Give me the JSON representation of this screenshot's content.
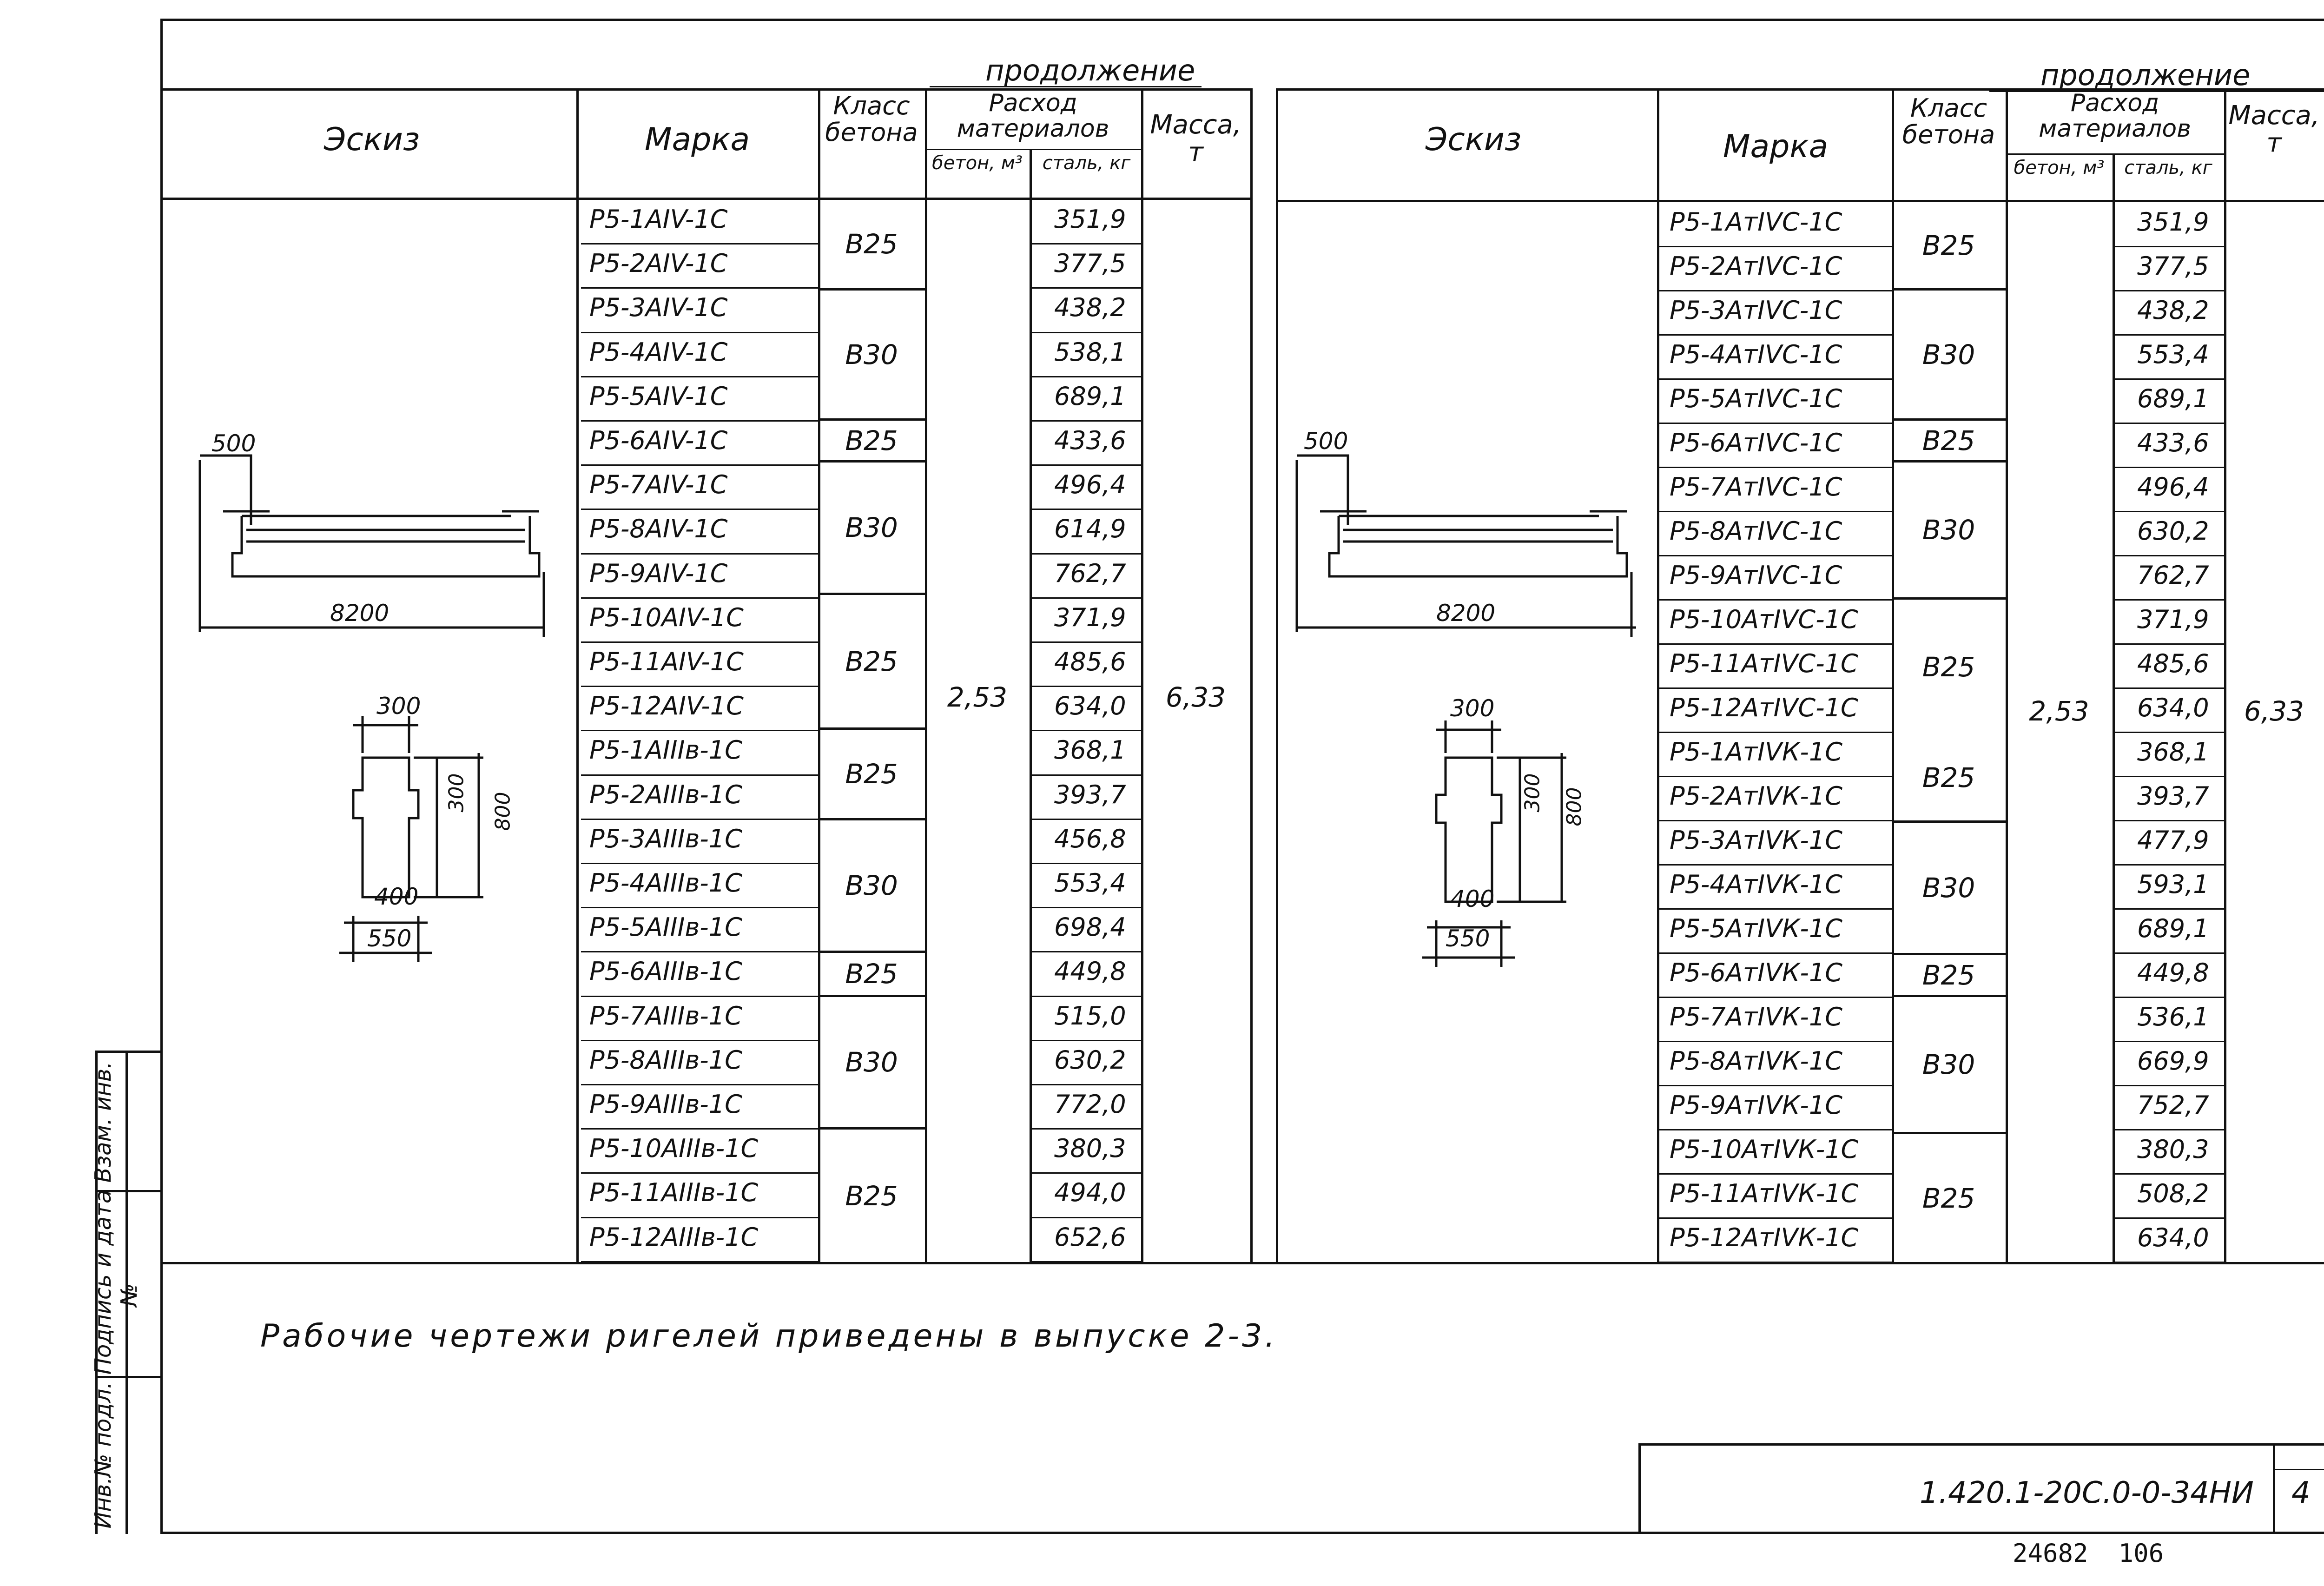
{
  "continuation_label": "продолжение",
  "headers": {
    "sketch": "Эскиз",
    "mark": "Марка",
    "concrete_class": "Класс бетона",
    "materials": "Расход материалов",
    "concrete": "бетон, м³",
    "steel": "сталь, кг",
    "mass": "Масса, т"
  },
  "left_table": {
    "concrete_volume": "2,53",
    "mass": "6,33",
    "class_groups": [
      "В25",
      "В30",
      "В25",
      "В30",
      "В25",
      "В25",
      "В30",
      "В25",
      "В30",
      "В25"
    ],
    "rows": [
      {
        "mark": "Р5-1АIV-1С",
        "steel": "351,9"
      },
      {
        "mark": "Р5-2АIV-1С",
        "steel": "377,5"
      },
      {
        "mark": "Р5-3АIV-1С",
        "steel": "438,2"
      },
      {
        "mark": "Р5-4АIV-1С",
        "steel": "538,1"
      },
      {
        "mark": "Р5-5АIV-1С",
        "steel": "689,1"
      },
      {
        "mark": "Р5-6АIV-1С",
        "steel": "433,6"
      },
      {
        "mark": "Р5-7АIV-1С",
        "steel": "496,4"
      },
      {
        "mark": "Р5-8АIV-1С",
        "steel": "614,9"
      },
      {
        "mark": "Р5-9АIV-1С",
        "steel": "762,7"
      },
      {
        "mark": "Р5-10АIV-1С",
        "steel": "371,9"
      },
      {
        "mark": "Р5-11АIV-1С",
        "steel": "485,6"
      },
      {
        "mark": "Р5-12АIV-1С",
        "steel": "634,0"
      },
      {
        "mark": "Р5-1АIIIв-1С",
        "steel": "368,1"
      },
      {
        "mark": "Р5-2АIIIв-1С",
        "steel": "393,7"
      },
      {
        "mark": "Р5-3АIIIв-1С",
        "steel": "456,8"
      },
      {
        "mark": "Р5-4АIIIв-1С",
        "steel": "553,4"
      },
      {
        "mark": "Р5-5АIIIв-1С",
        "steel": "698,4"
      },
      {
        "mark": "Р5-6АIIIв-1С",
        "steel": "449,8"
      },
      {
        "mark": "Р5-7АIIIв-1С",
        "steel": "515,0"
      },
      {
        "mark": "Р5-8АIIIв-1С",
        "steel": "630,2"
      },
      {
        "mark": "Р5-9АIIIв-1С",
        "steel": "772,0"
      },
      {
        "mark": "Р5-10АIIIв-1С",
        "steel": "380,3"
      },
      {
        "mark": "Р5-11АIIIв-1С",
        "steel": "494,0"
      },
      {
        "mark": "Р5-12АIIIв-1С",
        "steel": "652,6"
      }
    ],
    "classes": {
      "g1": "В25",
      "g2": "В30",
      "g3": "В25",
      "g4": "В30",
      "g5": "В25",
      "g6": "В25",
      "g7": "В30",
      "g8": "В25",
      "g9": "В30",
      "g10": "В25"
    }
  },
  "right_table": {
    "concrete_volume": "2,53",
    "mass": "6,33",
    "rows": [
      {
        "mark": "Р5-1АтIVС-1С",
        "steel": "351,9"
      },
      {
        "mark": "Р5-2АтIVС-1С",
        "steel": "377,5"
      },
      {
        "mark": "Р5-3АтIVС-1С",
        "steel": "438,2"
      },
      {
        "mark": "Р5-4АтIVС-1С",
        "steel": "553,4"
      },
      {
        "mark": "Р5-5АтIVС-1С",
        "steel": "689,1"
      },
      {
        "mark": "Р5-6АтIVС-1С",
        "steel": "433,6"
      },
      {
        "mark": "Р5-7АтIVС-1С",
        "steel": "496,4"
      },
      {
        "mark": "Р5-8АтIVС-1С",
        "steel": "630,2"
      },
      {
        "mark": "Р5-9АтIVС-1С",
        "steel": "762,7"
      },
      {
        "mark": "Р5-10АтIVС-1С",
        "steel": "371,9"
      },
      {
        "mark": "Р5-11АтIVС-1С",
        "steel": "485,6"
      },
      {
        "mark": "Р5-12АтIVС-1С",
        "steel": "634,0"
      },
      {
        "mark": "Р5-1АтIVК-1С",
        "steel": "368,1"
      },
      {
        "mark": "Р5-2АтIVК-1С",
        "steel": "393,7"
      },
      {
        "mark": "Р5-3АтIVК-1С",
        "steel": "477,9"
      },
      {
        "mark": "Р5-4АтIVК-1С",
        "steel": "593,1"
      },
      {
        "mark": "Р5-5АтIVК-1С",
        "steel": "689,1"
      },
      {
        "mark": "Р5-6АтIVК-1С",
        "steel": "449,8"
      },
      {
        "mark": "Р5-7АтIVК-1С",
        "steel": "536,1"
      },
      {
        "mark": "Р5-8АтIVК-1С",
        "steel": "669,9"
      },
      {
        "mark": "Р5-9АтIVК-1С",
        "steel": "752,7"
      },
      {
        "mark": "Р5-10АтIVК-1С",
        "steel": "380,3"
      },
      {
        "mark": "Р5-11АтIVК-1С",
        "steel": "508,2"
      },
      {
        "mark": "Р5-12АтIVК-1С",
        "steel": "634,0"
      }
    ],
    "classes": {
      "g1": "В25",
      "g2": "В30",
      "g3": "В25",
      "g4": "В30",
      "g5": "В25",
      "g6": "В25",
      "g7": "В30",
      "g8": "В25",
      "g9": "В30",
      "g10": "В25"
    }
  },
  "sketch": {
    "dim_500": "500",
    "dim_8200": "8200",
    "dim_300_top": "300",
    "dim_300_side": "300",
    "dim_800": "800",
    "dim_400": "400",
    "dim_550": "550"
  },
  "note": "Рабочие чертежи ригелей приведены в выпуске 2-3.",
  "stamp": {
    "code": "1.420.1-20С.0-0-34НИ",
    "sheet": "4"
  },
  "side_stamp": "Инв.№ подл. Подпись и дата Взам. инв. №",
  "bottom_number": "24682  106"
}
